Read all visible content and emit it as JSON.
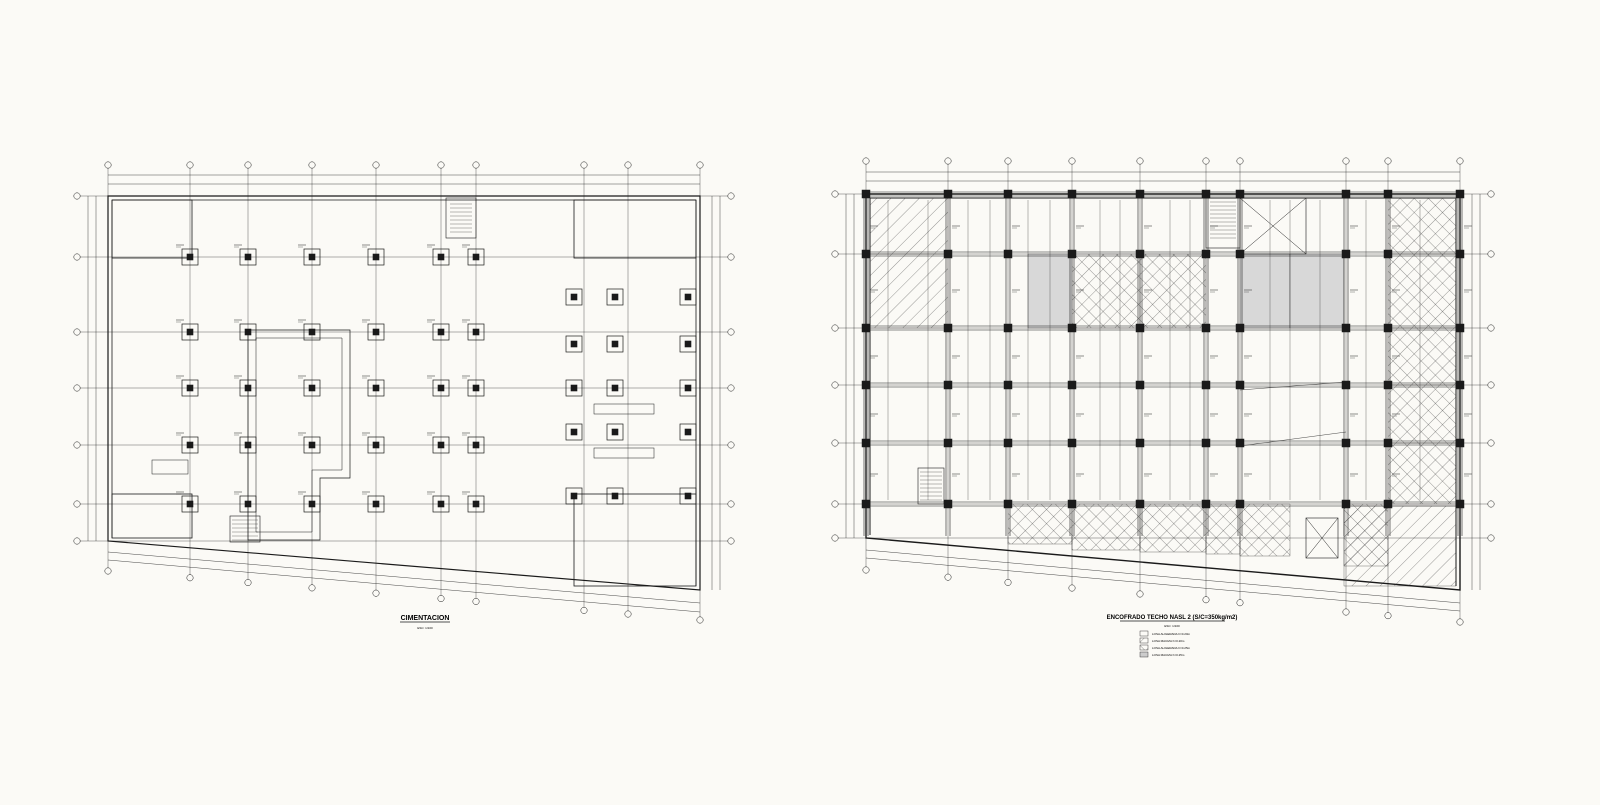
{
  "drawings": [
    {
      "id": "cimentacion",
      "title": "CIMENTACION",
      "scale": "ESC: 1/100"
    },
    {
      "id": "encofrado",
      "title": "ENCOFRADO TECHO NASL 2 (S/C=350kg/m2)",
      "scale": "ESC: 1/100",
      "legend": [
        "LOSA ALIGERADA h=0.20m",
        "LOSA MACIZA h=0.20m",
        "LOSA ALIGERADA h=0.25m",
        "LOSA MACIZA h=0.25m"
      ]
    }
  ],
  "colors": {
    "background": "#fbfaf6",
    "line": "#1a1a1a",
    "light_line": "#555555"
  }
}
